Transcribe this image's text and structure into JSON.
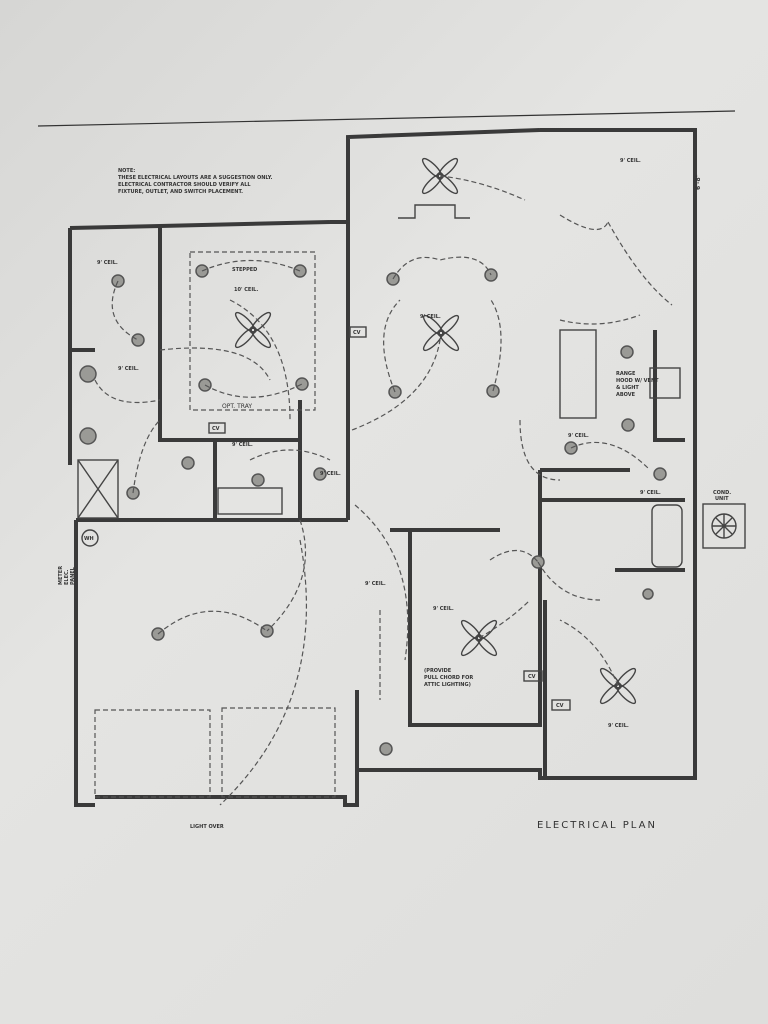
{
  "title": "ELECTRICAL PLAN",
  "note": {
    "heading": "NOTE:",
    "lines": [
      "THESE ELECTRICAL LAYOUTS ARE A SUGGESTION ONLY.",
      "ELECTRICAL CONTRACTOR SHOULD VERIFY ALL",
      "FIXTURE, OUTLET, AND SWITCH PLACEMENT."
    ]
  },
  "labels": {
    "ceil_9": "9' CEIL.",
    "stepped": "STEPPED",
    "ceil_10": "10' CEIL.",
    "opt_tray": "OPT. TRAY",
    "dim": "6'-8\"",
    "range_hood": [
      "RANGE",
      "HOOD W/ VENT",
      "& LIGHT",
      "ABOVE"
    ],
    "attic": [
      "(PROVIDE",
      "PULL CHORD FOR",
      "ATTIC LIGHTING)"
    ],
    "light_over": "LIGHT OVER",
    "cond_unit": [
      "COND.",
      "UNIT"
    ],
    "panel": [
      "METER",
      "ELEC.",
      "PANEL"
    ],
    "cv": "CV",
    "wh": "WH"
  }
}
